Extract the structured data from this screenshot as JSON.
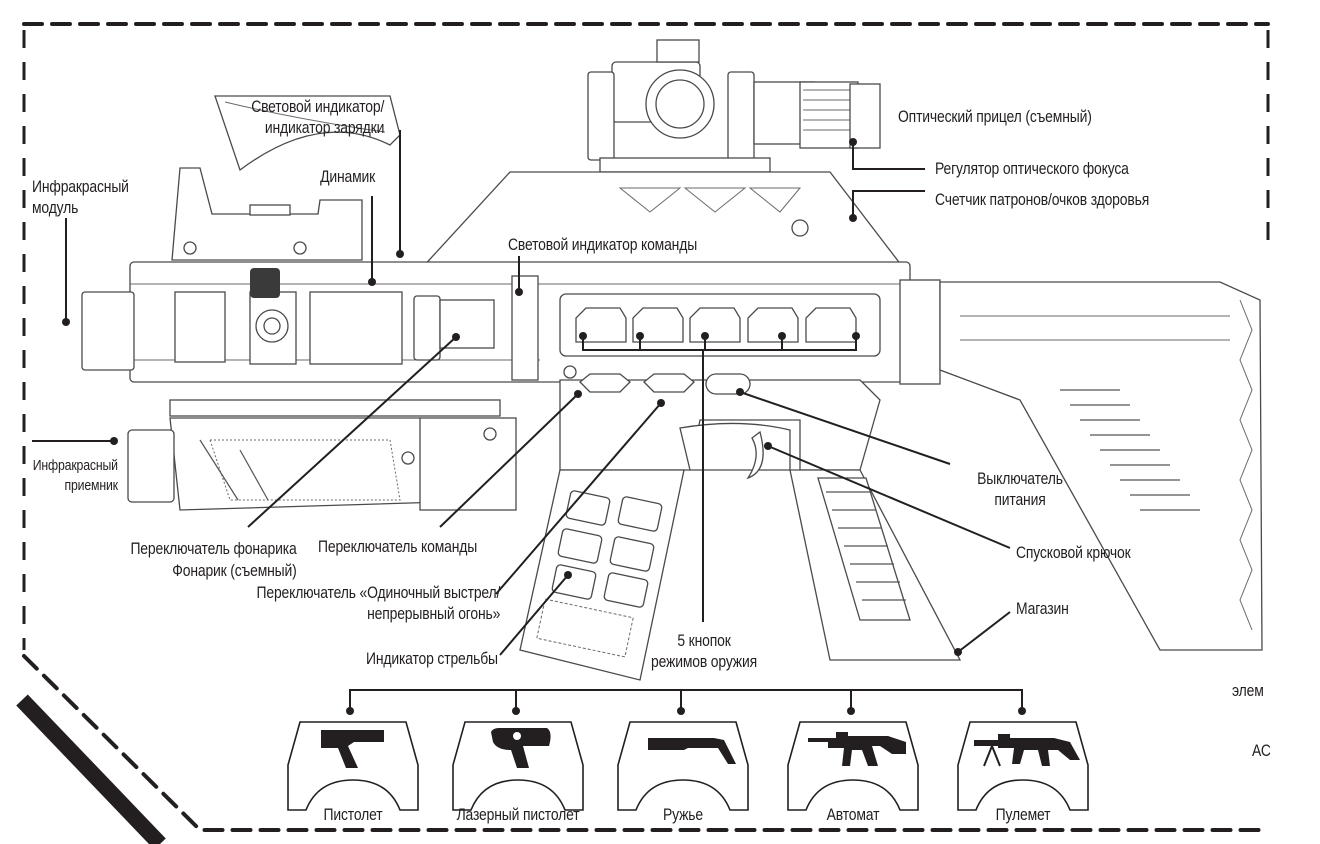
{
  "diagram": {
    "title": "Laser tag blaster components",
    "labels": {
      "ir_module": [
        "Инфракрасный",
        "модуль"
      ],
      "status_light": [
        "Световой индикатор/",
        "индикатор зарядки"
      ],
      "speaker": "Динамик",
      "optical_sight": "Оптический прицел (съемный)",
      "focus_adjuster": "Регулятор оптического фокуса",
      "ammo_counter": "Счетчик патронов/очков здоровья",
      "team_light": "Световой индикатор команды",
      "ir_receiver": [
        "Инфракрасный",
        "приемник"
      ],
      "flashlight_switch": "Переключатель фонарика",
      "flashlight": "Фонарик (съемный)",
      "team_switch": "Переключатель команды",
      "fire_mode_switch": [
        "Переключатель «Одиночный выстрел/",
        "непрерывный огонь»"
      ],
      "fire_indicator": "Индикатор стрельбы",
      "weapon_mode_buttons": [
        "5 кнопок",
        "режимов оружия"
      ],
      "power_switch": [
        "Выключатель",
        "питания"
      ],
      "trigger": "Спусковой крючок",
      "magazine": "Магазин"
    },
    "weapon_modes": [
      {
        "label": "Пистолет",
        "icon": "pistol-icon"
      },
      {
        "label": "Лазерный пистолет",
        "icon": "laser-pistol-icon"
      },
      {
        "label": "Ружье",
        "icon": "shotgun-icon"
      },
      {
        "label": "Автомат",
        "icon": "assault-rifle-icon"
      },
      {
        "label": "Пулемет",
        "icon": "machine-gun-icon"
      }
    ],
    "cutoff_text": {
      "line1": "элем",
      "line2": "АС"
    }
  }
}
